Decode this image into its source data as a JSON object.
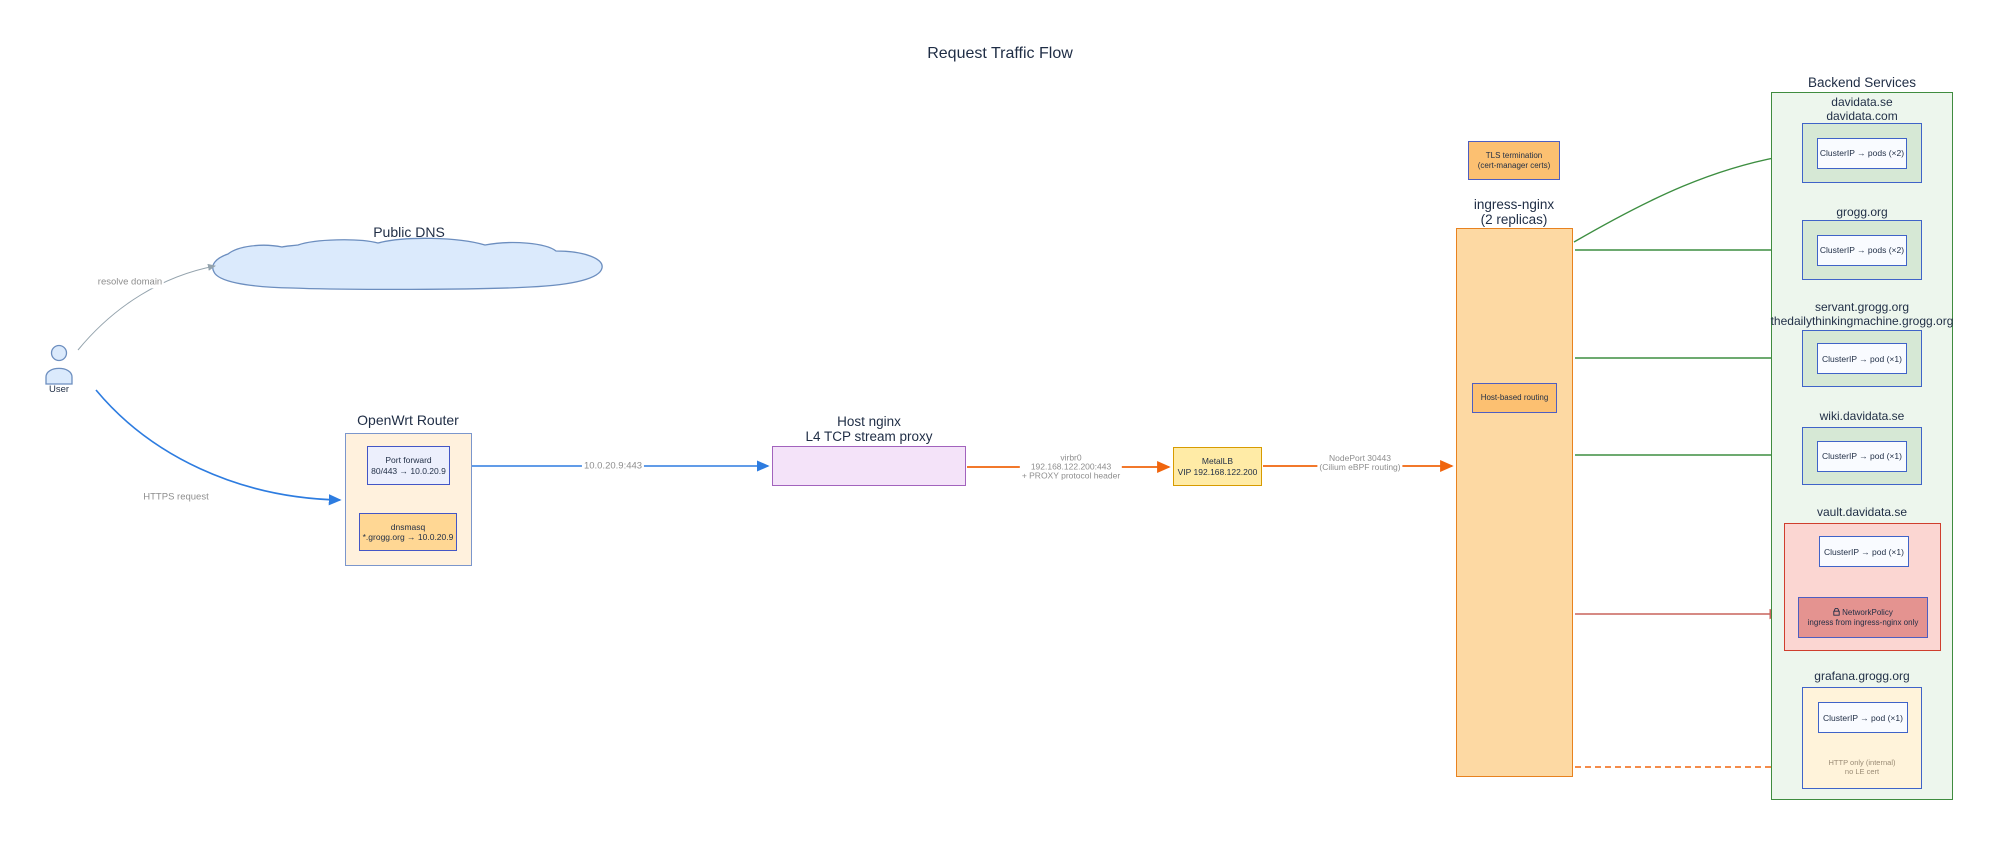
{
  "title": "Request Traffic Flow",
  "colors": {
    "blue_arrow": "#2d7ce0",
    "orange_arrow": "#f0650d",
    "green_arrow": "#3d8e41",
    "red_arrow": "#c8635c",
    "gray_arrow": "#94a3ad",
    "node_border_blue": "#4356c6",
    "ingress_fill": "#fdd9a3",
    "backend_fill": "#edf6ed",
    "vault_fill": "#fbd6d2"
  },
  "user": {
    "label": "User"
  },
  "dns": {
    "label": "Public DNS"
  },
  "edges": {
    "resolve_domain": "resolve domain",
    "https_request": "HTTPS request",
    "router_to_hostnginx": "10.0.20.9:443",
    "hostnginx_to_metallb_line1": "virbr0",
    "hostnginx_to_metallb_line2": "192.168.122.200:443",
    "hostnginx_to_metallb_line3": "+ PROXY protocol header",
    "metallb_to_ingress_line1": "NodePort 30443",
    "metallb_to_ingress_line2": "(Cilium eBPF routing)"
  },
  "router": {
    "title": "OpenWrt Router",
    "port_forward_line1": "Port forward",
    "port_forward_line2": "80/443 → 10.0.20.9",
    "dnsmasq_line1": "dnsmasq",
    "dnsmasq_line2": "*.grogg.org → 10.0.20.9"
  },
  "host_nginx": {
    "title_line1": "Host nginx",
    "title_line2": "L4 TCP stream proxy"
  },
  "metallb": {
    "line1": "MetalLB",
    "line2": "VIP 192.168.122.200"
  },
  "ingress": {
    "title_line1": "ingress-nginx",
    "title_line2": "(2 replicas)",
    "tls_line1": "TLS termination",
    "tls_line2": "(cert-manager certs)",
    "routing": "Host-based routing"
  },
  "backend": {
    "title": "Backend Services",
    "services": [
      {
        "name_line1": "davidata.se",
        "name_line2": "davidata.com",
        "cluster": "ClusterIP → pods (×2)"
      },
      {
        "name_line1": "grogg.org",
        "cluster": "ClusterIP → pods (×2)"
      },
      {
        "name_line1": "servant.grogg.org",
        "name_line2": "thedailythinkingmachine.grogg.org",
        "cluster": "ClusterIP → pod (×1)"
      },
      {
        "name_line1": "wiki.davidata.se",
        "cluster": "ClusterIP → pod (×1)"
      },
      {
        "name_line1": "vault.davidata.se",
        "cluster": "ClusterIP → pod (×1)",
        "policy_icon": "lock-icon",
        "policy_line1": "NetworkPolicy",
        "policy_line2": "ingress from ingress-nginx only"
      },
      {
        "name_line1": "grafana.grogg.org",
        "cluster": "ClusterIP → pod (×1)",
        "note_line1": "HTTP only (internal)",
        "note_line2": "no LE cert"
      }
    ]
  }
}
